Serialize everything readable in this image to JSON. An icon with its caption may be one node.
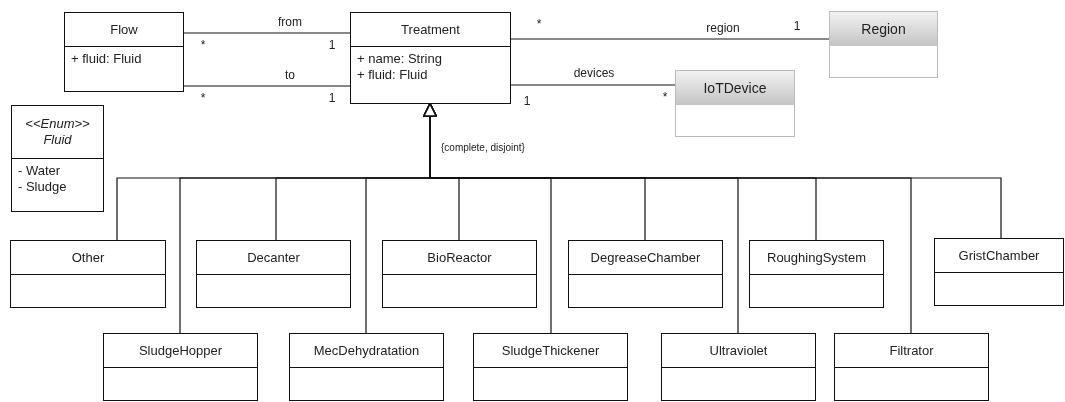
{
  "diagram": {
    "nodes": [
      {
        "text": [
          "Flow",
          "+ fluid: Fluid"
        ]
      },
      {
        "text": [
          "Treatment",
          "+ name: String",
          "+ fluid: Fluid"
        ]
      },
      {
        "text": [
          "Region"
        ]
      },
      {
        "text": [
          "IoTDevice"
        ]
      },
      {
        "text": [
          "<<Enum>>",
          "Fluid",
          "- Water",
          "- Sludge"
        ]
      },
      {
        "text": [
          "Other"
        ]
      },
      {
        "text": [
          "Decanter"
        ]
      },
      {
        "text": [
          "BioReactor"
        ]
      },
      {
        "text": [
          "DegreaseChamber"
        ]
      },
      {
        "text": [
          "RoughingSystem"
        ]
      },
      {
        "text": [
          "GristChamber"
        ]
      },
      {
        "text": [
          "SludgeHopper"
        ]
      },
      {
        "text": [
          "MecDehydratation"
        ]
      },
      {
        "text": [
          "SludgeThickener"
        ]
      },
      {
        "text": [
          "Ultraviolet"
        ]
      },
      {
        "text": [
          "Filtrator"
        ]
      }
    ],
    "edges": [
      {
        "from": 0,
        "to": 1,
        "arrow": "none",
        "label": "from"
      },
      {
        "from": 0,
        "to": 1,
        "arrow": "none",
        "label": "to"
      },
      {
        "from": 1,
        "to": 2,
        "arrow": "none",
        "label": "region"
      },
      {
        "from": 1,
        "to": 3,
        "arrow": "other",
        "label": "devices"
      },
      {
        "from": 5,
        "to": 1,
        "arrow": "to"
      },
      {
        "from": 11,
        "to": 1,
        "arrow": "to"
      },
      {
        "from": 6,
        "to": 1,
        "arrow": "to"
      },
      {
        "from": 12,
        "to": 1,
        "arrow": "to"
      },
      {
        "from": 7,
        "to": 1,
        "arrow": "to"
      },
      {
        "from": 13,
        "to": 1,
        "arrow": "to"
      },
      {
        "from": 8,
        "to": 1,
        "arrow": "to"
      },
      {
        "from": 14,
        "to": 1,
        "arrow": "to"
      },
      {
        "from": 9,
        "to": 1,
        "arrow": "to"
      },
      {
        "from": 15,
        "to": 1,
        "arrow": "to"
      },
      {
        "from": 10,
        "to": 1,
        "arrow": "to"
      }
    ],
    "labels": [
      "*",
      "1",
      "*",
      "1",
      "*",
      "1",
      "1",
      "*",
      "{complete, disjoint}"
    ]
  }
}
